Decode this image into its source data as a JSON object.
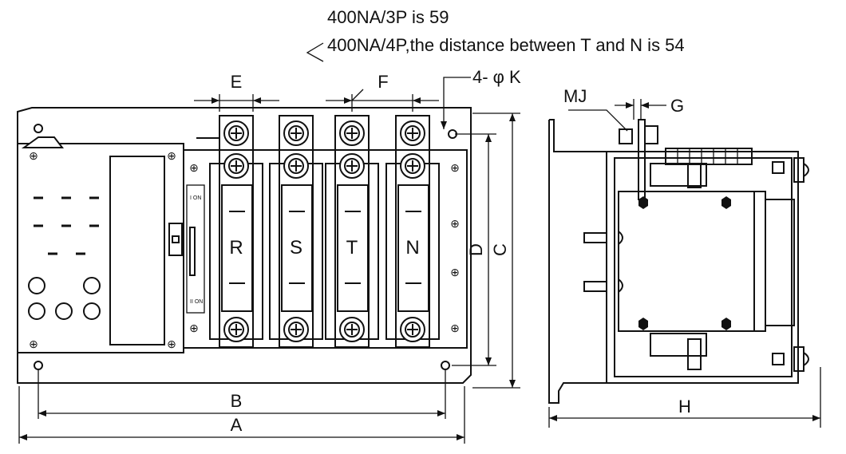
{
  "notes": {
    "line1": "400NA/3P is 59",
    "line2": "400NA/4P,the distance between T and N is 54"
  },
  "hole_label": "4- φ K",
  "dimensions": {
    "A": "A",
    "B": "B",
    "C": "C",
    "D": "D",
    "E": "E",
    "F": "F",
    "G": "G",
    "H": "H",
    "MJ": "MJ"
  },
  "phases": [
    "R",
    "S",
    "T",
    "N"
  ],
  "small_labels": [
    "I ON",
    "II ON"
  ]
}
